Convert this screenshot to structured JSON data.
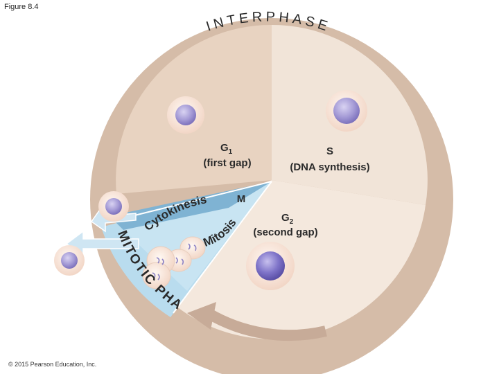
{
  "figure_title": "Figure 8.4",
  "copyright": "© 2015 Pearson Education, Inc.",
  "ring": {
    "interphase": "INTERPHASE",
    "mitotic_phase": "MITOTIC PHASE"
  },
  "phases": {
    "g1": {
      "letter": "G",
      "sub": "1",
      "desc": "(first gap)"
    },
    "s": {
      "letter": "S",
      "desc": "(DNA synthesis)"
    },
    "g2": {
      "letter": "G",
      "sub": "2",
      "desc": "(second gap)"
    },
    "m": {
      "letter": "M"
    },
    "cytokinesis": "Cytokinesis",
    "mitosis": "Mitosis"
  },
  "colors": {
    "ring": "#d5bca8",
    "g1_sector": "#e8d3c1",
    "s_sector": "#f1e4d8",
    "g2_sector": "#f4e8dd",
    "mitotic_dark": "#7fb3d3",
    "mitotic_light": "#b9dcee",
    "nucleus": "#a59bd6"
  }
}
